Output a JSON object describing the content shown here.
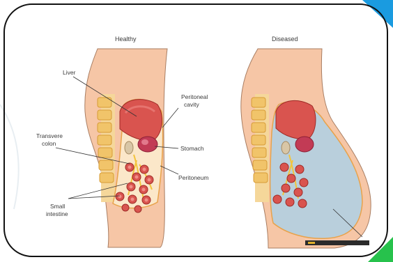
{
  "panels": {
    "left_title": "Healthy",
    "right_title": "Diseased"
  },
  "labels": {
    "liver": "Liver",
    "peritoneal_cavity_1": "Peritoneal",
    "peritoneal_cavity_2": "cavity",
    "transverse_colon_1": "Transvere",
    "transverse_colon_2": "colon",
    "stomach": "Stomach",
    "peritoneum": "Peritoneum",
    "small_intestine_1": "Small",
    "small_intestine_2": "intestine"
  },
  "colors": {
    "frame": "#111111",
    "accent_blue": "#1a9be0",
    "accent_green": "#27c24c",
    "skin": "#f6c6a6",
    "liver": "#d9544f",
    "fluid": "#b9cfdc"
  }
}
